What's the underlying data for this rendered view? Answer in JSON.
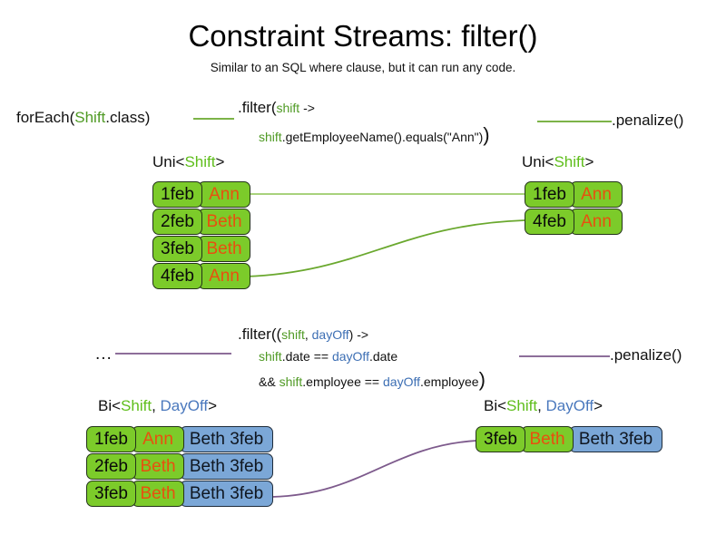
{
  "header": {
    "title": "Constraint Streams: filter()",
    "subtitle": "Similar to an SQL where clause, but it can run any code."
  },
  "colors": {
    "green_accent": "#5fbe1b",
    "green_chip": "#7ccb2a",
    "blue_chip": "#7ba7d7",
    "blue_accent": "#4a78bd",
    "orange_text": "#e8500f",
    "green_link": "#6aa82e",
    "purple_link": "#7d5a8c"
  },
  "uni_section": {
    "source_label": {
      "prefix": "forEach(",
      "type": "Shift",
      "suffix": ".class)"
    },
    "filter_call": {
      "head": ".filter(",
      "param": "shift",
      "arrow": " ->",
      "body": ".getEmployeeName().equals(\"Ann\")",
      "body_param": "shift",
      "close": ")"
    },
    "terminal_label": ".penalize()",
    "input_stream_type": {
      "prefix": "Uni<",
      "type": "Shift",
      "suffix": ">"
    },
    "output_stream_type": {
      "prefix": "Uni<",
      "type": "Shift",
      "suffix": ">"
    },
    "input_tuples": [
      {
        "date": "1feb",
        "name": "Ann"
      },
      {
        "date": "2feb",
        "name": "Beth"
      },
      {
        "date": "3feb",
        "name": "Beth"
      },
      {
        "date": "4feb",
        "name": "Ann"
      }
    ],
    "output_tuples": [
      {
        "date": "1feb",
        "name": "Ann"
      },
      {
        "date": "4feb",
        "name": "Ann"
      }
    ]
  },
  "bi_section": {
    "source_label": "...",
    "filter_call": {
      "head": ".filter((",
      "param_a": "shift",
      "separator": ", ",
      "param_b": "dayOff",
      "arrow": ") ->",
      "line2_a": "shift",
      "line2_mid": ".date == ",
      "line2_b": "dayOff",
      "line2_end": ".date",
      "line3_and": "&& ",
      "line3_a": "shift",
      "line3_mid": ".employee == ",
      "line3_b": "dayOff",
      "line3_end": ".employee",
      "close": ")"
    },
    "terminal_label": ".penalize()",
    "input_stream_type": {
      "prefix": "Bi<",
      "type_a": "Shift",
      "comma": ", ",
      "type_b": "DayOff",
      "suffix": ">"
    },
    "output_stream_type": {
      "prefix": "Bi<",
      "type_a": "Shift",
      "comma": ", ",
      "type_b": "DayOff",
      "suffix": ">"
    },
    "input_tuples": [
      {
        "date": "1feb",
        "name": "Ann",
        "pair": "Beth 3feb"
      },
      {
        "date": "2feb",
        "name": "Beth",
        "pair": "Beth 3feb"
      },
      {
        "date": "3feb",
        "name": "Beth",
        "pair": "Beth 3feb"
      }
    ],
    "output_tuples": [
      {
        "date": "3feb",
        "name": "Beth",
        "pair": "Beth 3feb"
      }
    ]
  }
}
